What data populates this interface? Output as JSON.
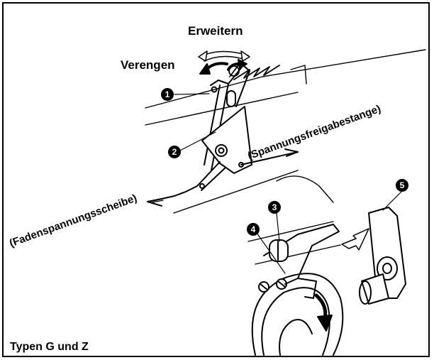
{
  "labels": {
    "widen": "Erweitern",
    "narrow": "Verengen",
    "release_bar": "(Spannungsfreigabestange)",
    "tension_disc": "(Fadenspannungsscheibe)"
  },
  "callouts": [
    "1",
    "2",
    "3",
    "4",
    "5"
  ],
  "caption": "Typen G und Z"
}
